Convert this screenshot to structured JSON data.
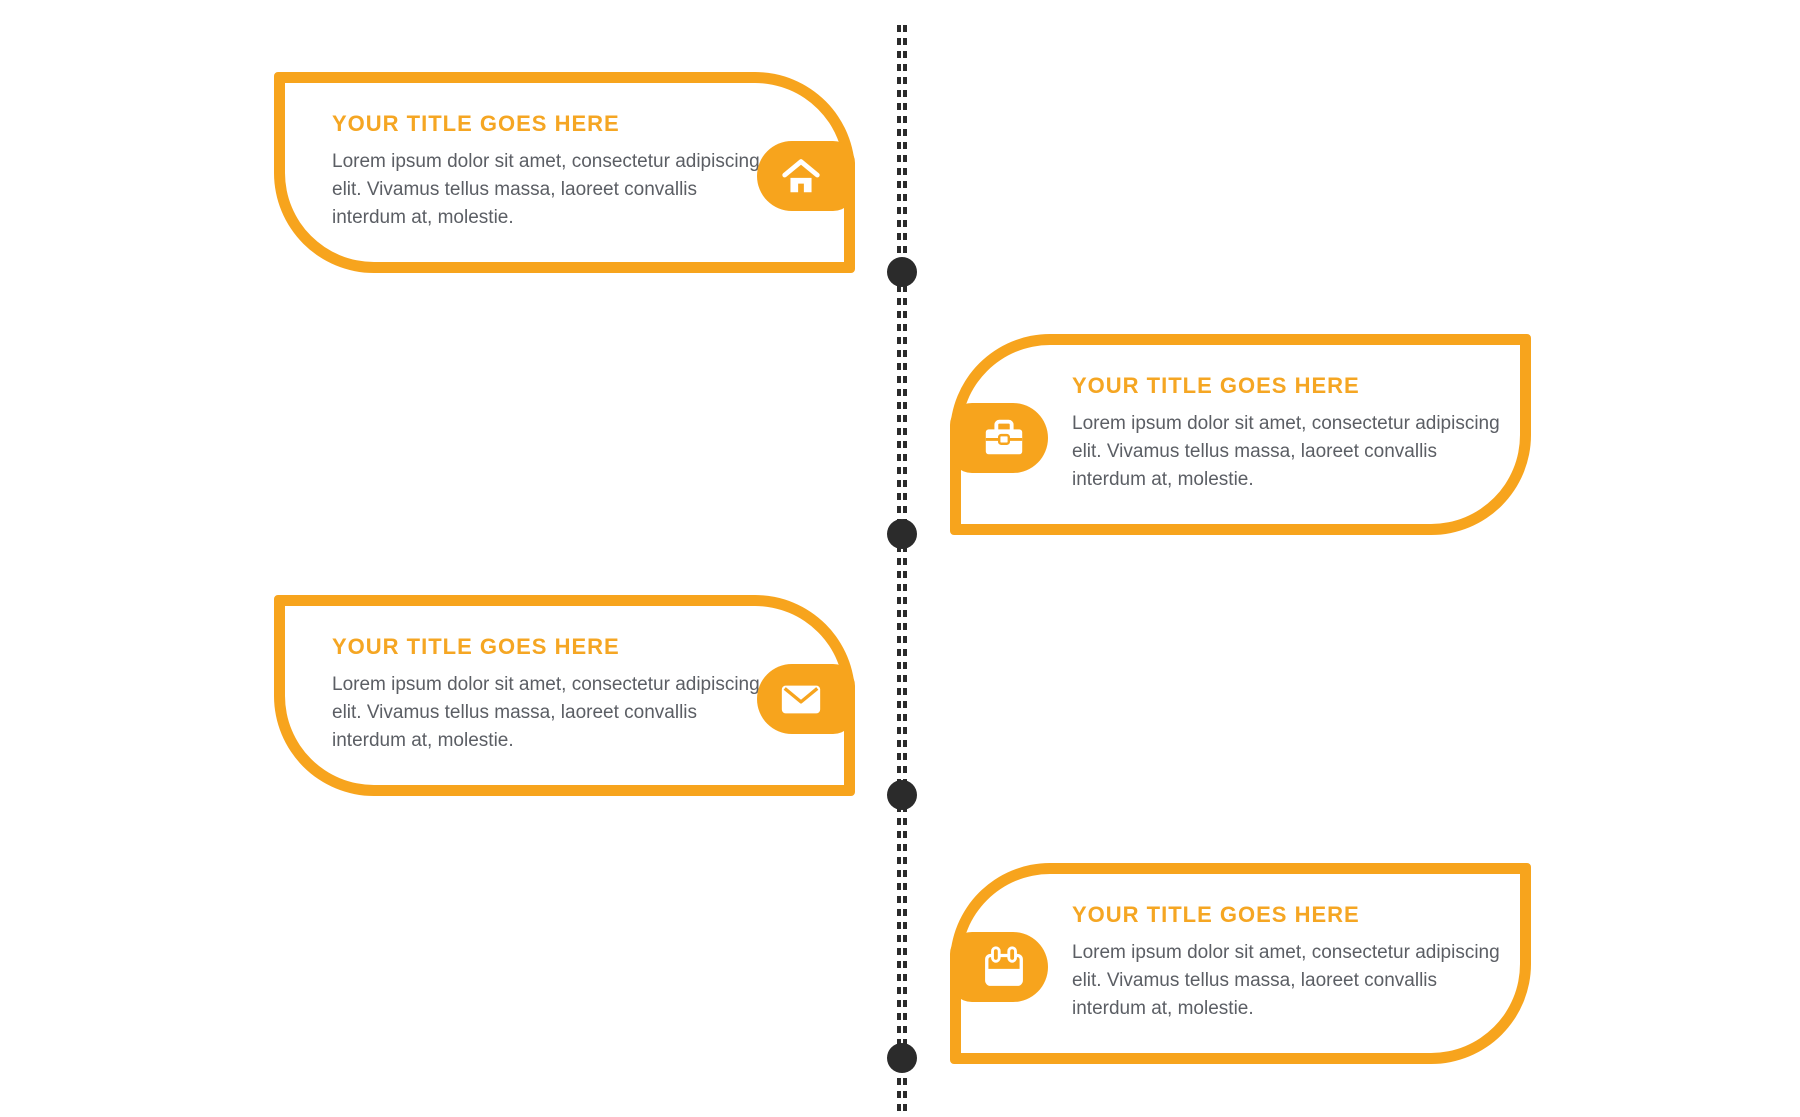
{
  "colors": {
    "accent": "#F7A41D",
    "title_text": "#F5A623",
    "body_text": "#5B5E64",
    "timeline": "#2B2B2B",
    "background": "#FFFFFF",
    "icon": "#FFFFFF"
  },
  "timeline": {
    "orientation": "vertical",
    "line_style": "double-dashed",
    "dot_count": 4
  },
  "cards": [
    {
      "position": "left",
      "icon": "home-icon",
      "title": "YOUR TITLE GOES HERE",
      "body": "Lorem ipsum dolor sit amet, consectetur adipiscing elit. Vivamus tellus massa, laoreet convallis interdum at, molestie."
    },
    {
      "position": "right",
      "icon": "briefcase-icon",
      "title": "YOUR TITLE GOES HERE",
      "body": "Lorem ipsum dolor sit amet, consectetur adipiscing elit. Vivamus tellus massa, laoreet convallis interdum at, molestie."
    },
    {
      "position": "left",
      "icon": "envelope-icon",
      "title": "YOUR TITLE GOES HERE",
      "body": "Lorem ipsum dolor sit amet, consectetur adipiscing elit. Vivamus tellus massa, laoreet convallis interdum at, molestie."
    },
    {
      "position": "right",
      "icon": "calendar-icon",
      "title": "YOUR TITLE GOES HERE",
      "body": "Lorem ipsum dolor sit amet, consectetur adipiscing elit. Vivamus tellus massa, laoreet convallis interdum at, molestie."
    }
  ]
}
